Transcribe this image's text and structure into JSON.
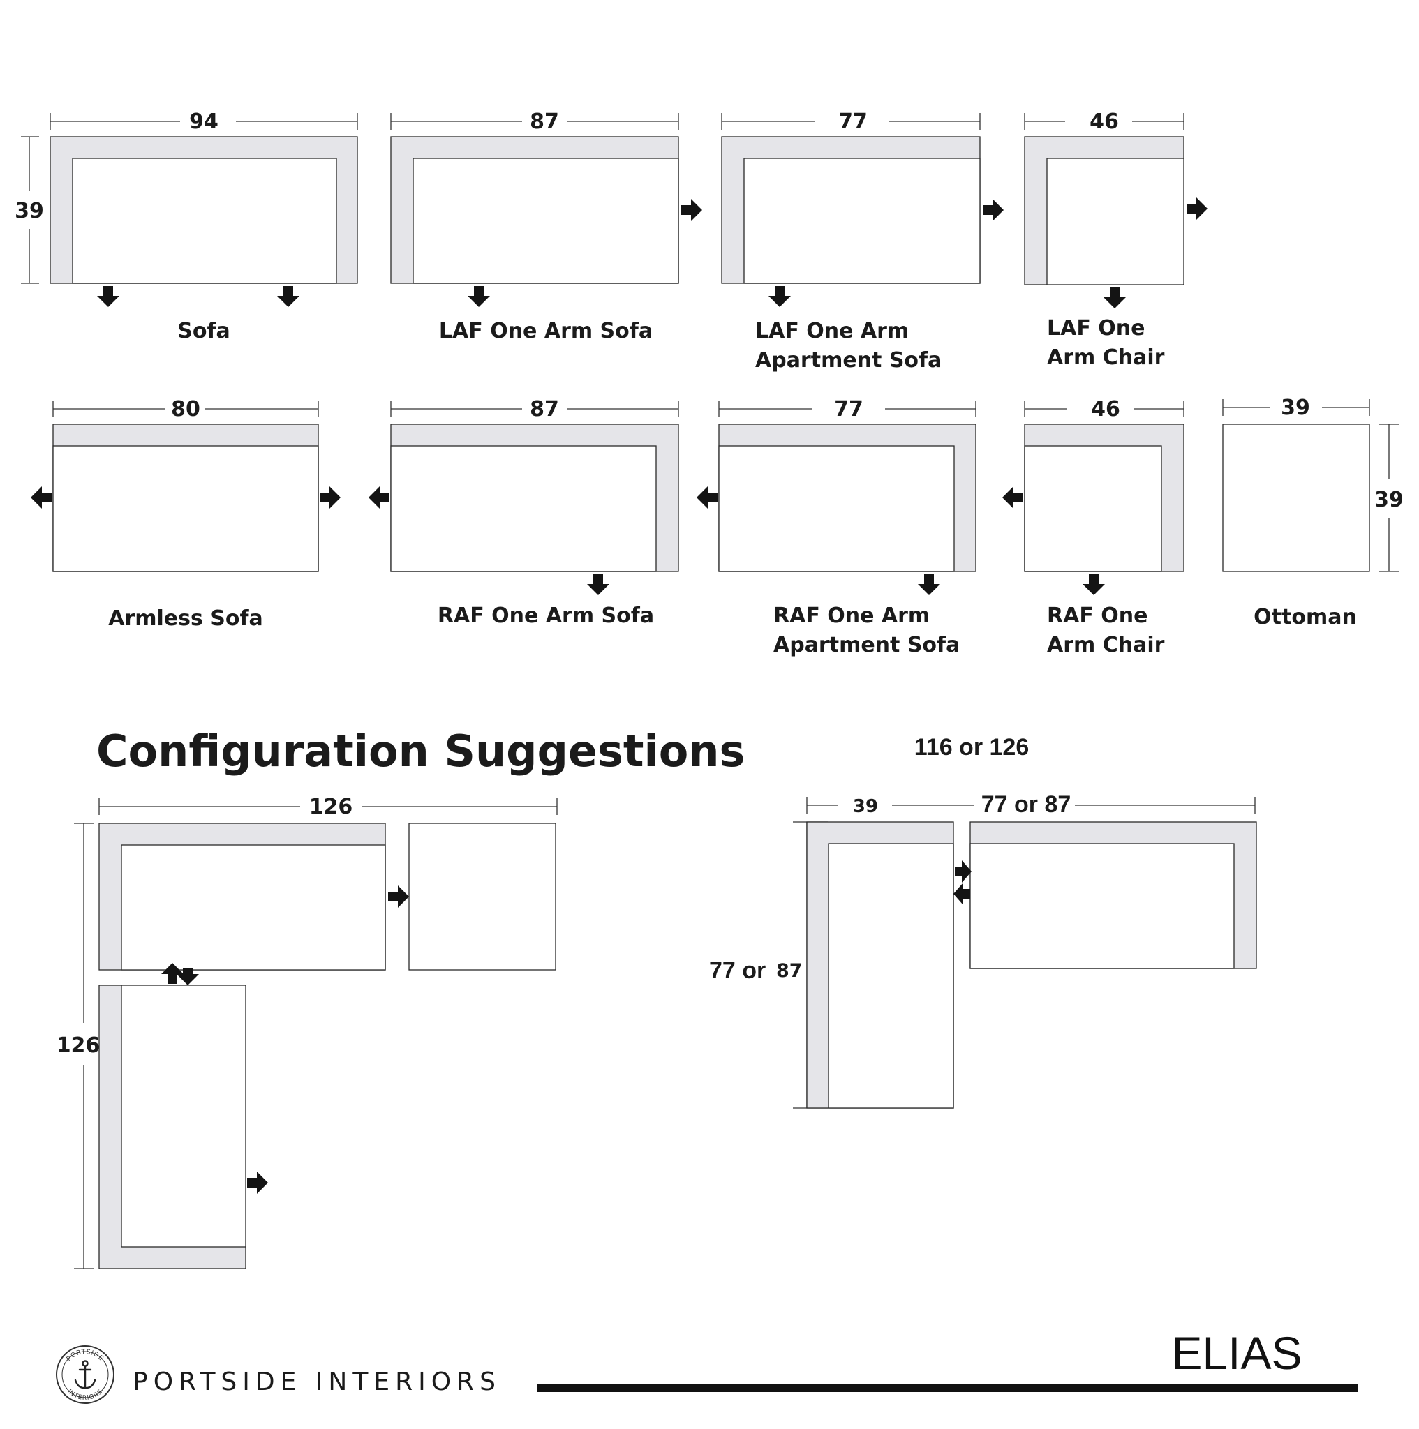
{
  "pieces": [
    {
      "name": "sofa",
      "label": [
        "Sofa"
      ],
      "width": "94",
      "depth": "39"
    },
    {
      "name": "laf-one-arm-sofa",
      "label": [
        "LAF One Arm Sofa"
      ],
      "width": "87"
    },
    {
      "name": "laf-one-arm-apartment-sofa",
      "label": [
        "LAF One Arm",
        "Apartment Sofa"
      ],
      "width": "77"
    },
    {
      "name": "laf-one-arm-chair",
      "label": [
        "LAF One",
        "Arm Chair"
      ],
      "width": "46"
    },
    {
      "name": "armless-sofa",
      "label": [
        "Armless Sofa"
      ],
      "width": "80"
    },
    {
      "name": "raf-one-arm-sofa",
      "label": [
        "RAF One Arm Sofa"
      ],
      "width": "87"
    },
    {
      "name": "raf-one-arm-apartment-sofa",
      "label": [
        "RAF One Arm",
        "Apartment Sofa"
      ],
      "width": "77"
    },
    {
      "name": "raf-one-arm-chair",
      "label": [
        "RAF One",
        "Arm Chair"
      ],
      "width": "46"
    },
    {
      "name": "ottoman",
      "label": [
        "Ottoman"
      ],
      "width": "39",
      "depth": "39"
    }
  ],
  "configuration": {
    "heading": "Configuration Suggestions",
    "left": {
      "width": "126",
      "depth": "126"
    },
    "right": {
      "overall": "116 or 126",
      "chaise_width": "39",
      "sofa_width": "77 or 87",
      "depth_prefix": "77 or",
      "depth_value": "87"
    }
  },
  "footer": {
    "brand": "PORTSIDE INTERIORS",
    "model": "ELIAS",
    "logo_text_top": "PORTSIDE",
    "logo_text_bottom": "INTERIORS"
  }
}
